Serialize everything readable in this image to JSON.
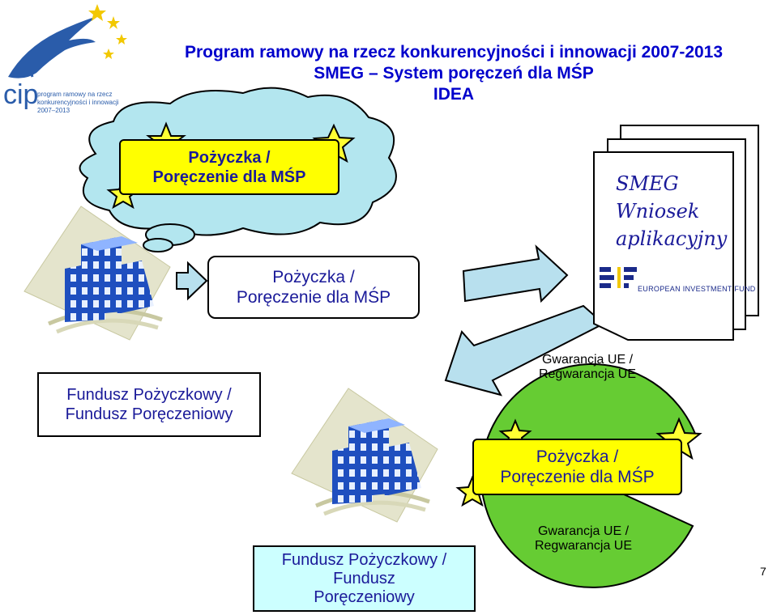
{
  "logo": {
    "abbr": "cip",
    "tagline_1": "program ramowy na rzecz",
    "tagline_2": "konkurencyjności i innowacji",
    "tagline_3": "2007–2013"
  },
  "title": {
    "line1": "Program ramowy na rzecz konkurencyjności i innowacji 2007-2013",
    "line2": "SMEG – System poręczeń dla MŚP",
    "line3": "IDEA"
  },
  "thought_box": {
    "line1": "Pożyczka /",
    "line2": "Poręczenie dla MŚP"
  },
  "loan_box": {
    "line1": "Pożyczka /",
    "line2": "Poręczenie dla MŚP"
  },
  "document": {
    "line1": "SMEG",
    "line2": "Wniosek",
    "line3": "aplikacyjny",
    "fund_name": "EUROPEAN INVESTMENT FUND"
  },
  "fund_box_top": {
    "line1": "Fundusz Pożyczkowy /",
    "line2": "Fundusz Poręczeniowy"
  },
  "fund_box_bottom": {
    "line1": "Fundusz Pożyczkowy /",
    "line2": "Fundusz",
    "line3": "Poręczeniowy"
  },
  "pacman_top_label": {
    "line1": "Gwarancja UE /",
    "line2": "Regwarancja UE"
  },
  "pacman_bottom_label": {
    "line1": "Gwarancja UE /",
    "line2": "Regwarancja UE"
  },
  "pacman_box": {
    "line1": "Pożyczka /",
    "line2": "Poręczenie dla MŚP"
  },
  "page_number": "7",
  "colors": {
    "title": "#0000cc",
    "text": "#1a1a99",
    "cloud": "#b3e6ef",
    "yellow": "#ffff00",
    "pacman": "#66cc33",
    "arrow": "#b8e0ee",
    "building": "#2255cc"
  }
}
